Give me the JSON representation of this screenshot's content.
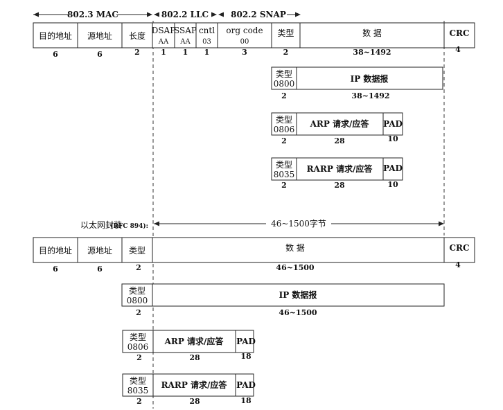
{
  "header": {
    "mac": "802.3 MAC",
    "llc": "802.2 LLC",
    "snap": "802.2 SNAP"
  },
  "ieee_frame": {
    "fields": [
      "目的地址",
      "源地址",
      "长度",
      "DSAP",
      "SSAP",
      "cntl",
      "org code",
      "类型",
      "数 据",
      "CRC"
    ],
    "field_values": [
      "AA",
      "AA",
      "03",
      "00"
    ],
    "sizes": [
      "6",
      "6",
      "2",
      "1",
      "1",
      "1",
      "3",
      "2",
      "38~1492",
      "4"
    ]
  },
  "ieee_ip": {
    "type": "类型",
    "code": "0800",
    "label": "IP 数据报",
    "sizes": [
      "2",
      "38~1492"
    ]
  },
  "ieee_arp": {
    "type": "类型",
    "code": "0806",
    "label": "ARP 请求/应答",
    "pad": "PAD",
    "sizes": [
      "2",
      "28",
      "10"
    ]
  },
  "ieee_rarp": {
    "type": "类型",
    "code": "8035",
    "label": "RARP 请求/应答",
    "pad": "PAD",
    "sizes": [
      "2",
      "28",
      "10"
    ]
  },
  "ethernet": {
    "title": "以太网封装",
    "rfc": "(RFC 894):",
    "range": "46~1500字节",
    "fields": [
      "目的地址",
      "源地址",
      "类型",
      "数 据",
      "CRC"
    ],
    "sizes": [
      "6",
      "6",
      "2",
      "46~1500",
      "4"
    ]
  },
  "eth_ip": {
    "type": "类型",
    "code": "0800",
    "label": "IP 数据报",
    "sizes": [
      "2",
      "46~1500"
    ]
  },
  "eth_arp": {
    "type": "类型",
    "code": "0806",
    "label": "ARP 请求/应答",
    "pad": "PAD",
    "sizes": [
      "2",
      "28",
      "18"
    ]
  },
  "eth_rarp": {
    "type": "类型",
    "code": "8035",
    "label": "RARP 请求/应答",
    "pad": "PAD",
    "sizes": [
      "2",
      "28",
      "18"
    ]
  }
}
